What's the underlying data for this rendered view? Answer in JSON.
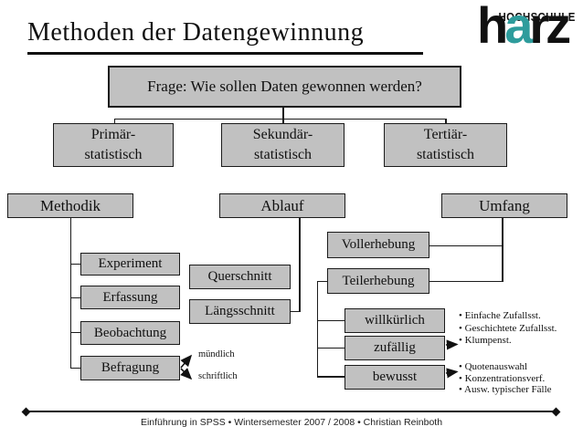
{
  "slide": {
    "title": "Methoden der Datengewinnung",
    "footer": "Einführung in SPSS • Wintersemester 2007 / 2008 • Christian Reinboth"
  },
  "logo": {
    "institution": "HOCHSCHULE",
    "h": "h",
    "a": "a",
    "rz": "rz"
  },
  "diagram": {
    "question": "Frage: Wie sollen Daten gewonnen werden?",
    "level1": [
      {
        "line1": "Primär-",
        "line2": "statistisch"
      },
      {
        "line1": "Sekundär-",
        "line2": "statistisch"
      },
      {
        "line1": "Tertiär-",
        "line2": "statistisch"
      }
    ],
    "categories": [
      "Methodik",
      "Ablauf",
      "Umfang"
    ],
    "methodik_items": [
      "Experiment",
      "Erfassung",
      "Beobachtung",
      "Befragung"
    ],
    "befragung_modes": [
      "mündlich",
      "schriftlich"
    ],
    "ablauf_items": [
      "Querschnitt",
      "Längsschnitt"
    ],
    "umfang_items": [
      "Vollerhebung",
      "Teilerhebung"
    ],
    "teilerhebung_items": [
      "willkürlich",
      "zufällig",
      "bewusst"
    ],
    "zufaellig_notes": [
      "Einfache Zufallsst.",
      "Geschichtete Zufallsst.",
      "Klumpenst."
    ],
    "bewusst_notes": [
      "Quotenauswahl",
      "Konzentrationsverf.",
      "Ausw. typischer Fälle"
    ]
  },
  "colors": {
    "box_fill": "#C1C1C1",
    "accent_teal": "#2E9C9C",
    "line": "#1b1b1b"
  }
}
